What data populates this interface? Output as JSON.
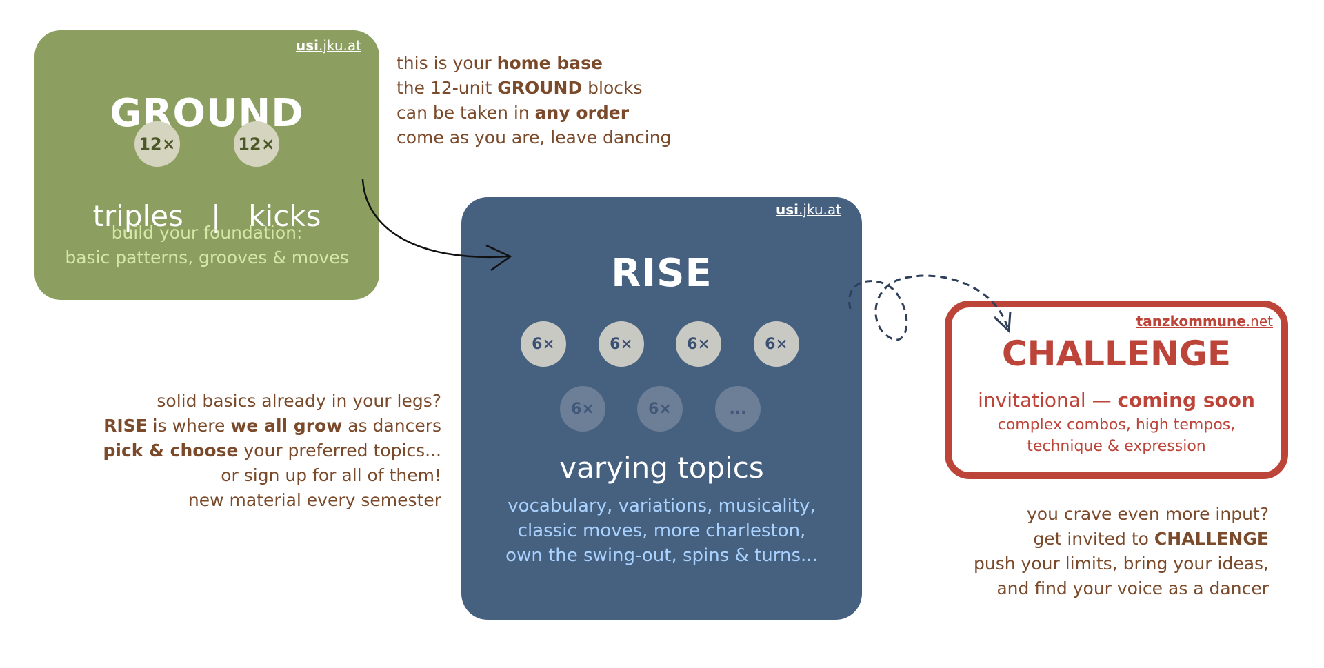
{
  "ground": {
    "source_bold": "usi",
    "source_rest": ".jku.at",
    "title": "GROUND",
    "badges": [
      "12×",
      "12×"
    ],
    "track_a": "triples",
    "separator": "|",
    "track_b": "kicks",
    "subtitle_line1": "build your foundation:",
    "subtitle_line2": "basic patterns, grooves & moves",
    "note": {
      "l1_a": "this is your ",
      "l1_b": "home base",
      "l2_a": "the 12-unit ",
      "l2_b": "GROUND",
      "l2_c": " blocks",
      "l3_a": "can be taken in ",
      "l3_b": "any order",
      "l4": "come as you are, leave dancing"
    }
  },
  "rise": {
    "source_bold": "usi",
    "source_rest": ".jku.at",
    "title": "RISE",
    "badges_row1": [
      "6×",
      "6×",
      "6×",
      "6×"
    ],
    "badges_row2": [
      "6×",
      "6×",
      "..."
    ],
    "topics": "varying topics",
    "list_line1": "vocabulary, variations, musicality,",
    "list_line2": "classic moves, more charleston,",
    "list_line3": "own the swing-out, spins & turns...",
    "note": {
      "l1": "solid basics already in your legs?",
      "l2_a": "RISE",
      "l2_b": " is where ",
      "l2_c": "we all grow",
      "l2_d": " as dancers",
      "l3_a": "pick & choose",
      "l3_b": " your preferred topics...",
      "l4": "or sign up for all of them!",
      "l5": "new material every semester"
    }
  },
  "challenge": {
    "source_bold": "tanzkommune",
    "source_rest": ".net",
    "title": "CHALLENGE",
    "invite_a": "invitational — ",
    "invite_b": "coming soon",
    "desc_line1": "complex combos, high tempos,",
    "desc_line2": "technique & expression",
    "note": {
      "l1": "you crave even more input?",
      "l2_a": "get invited to ",
      "l2_b": "CHALLENGE",
      "l3": "push your limits, bring your ideas,",
      "l4": "and find your voice as a dancer"
    }
  },
  "colors": {
    "ground": "#8c9f60",
    "rise": "#466080",
    "challenge": "#bc4439",
    "text_brown": "#7a4a2b"
  }
}
